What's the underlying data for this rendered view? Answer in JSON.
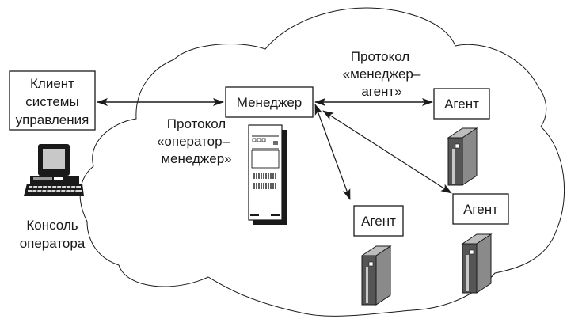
{
  "diagram": {
    "title": "Network management architecture",
    "colors": {
      "ink": "#1a1a1a",
      "server_dark": "#4a4a4a",
      "server_mid": "#6e6e6e",
      "server_light": "#9a9a9a",
      "monitor_screen": "#c8c8c8"
    },
    "nodes": {
      "client": {
        "lines": [
          "Клиент",
          "системы",
          "управления"
        ]
      },
      "console": {
        "lines": [
          "Консоль",
          "оператора"
        ],
        "icon": "computer-terminal-icon"
      },
      "manager": {
        "label": "Менеджер",
        "icon": "server-tower-icon"
      },
      "agent_top": {
        "label": "Агент",
        "icon": "server-rack-icon"
      },
      "agent_mid": {
        "label": "Агент",
        "icon": "server-rack-icon"
      },
      "agent_bottom": {
        "label": "Агент",
        "icon": "server-rack-icon"
      }
    },
    "protocols": {
      "operator_manager": {
        "lines": [
          "Протокол",
          "«оператор–",
          "менеджер»"
        ]
      },
      "manager_agent": {
        "lines": [
          "Протокол",
          "«менеджер–",
          "агент»"
        ]
      }
    },
    "network_region": "cloud"
  }
}
